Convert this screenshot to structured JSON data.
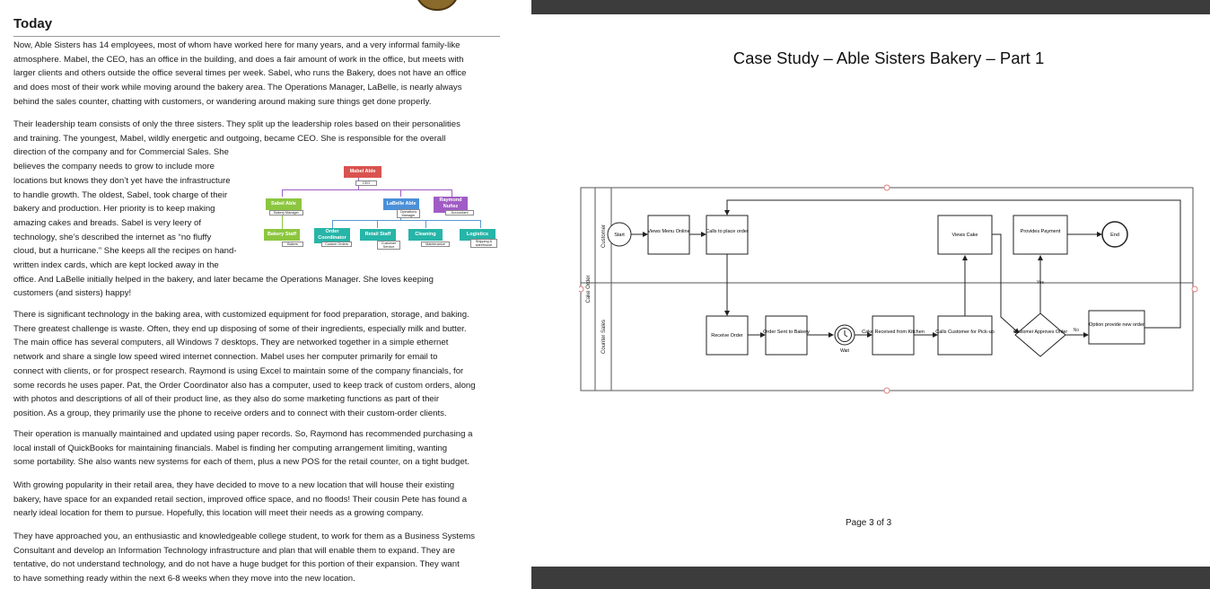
{
  "left_page": {
    "heading": "Today",
    "paragraphs": [
      [
        "Now, Able Sisters has 14 employees, most of whom have worked here for many years, and a very informal family-like",
        "atmosphere.  Mabel, the CEO, has an office in the building, and does a fair amount of work in the office, but meets with",
        "larger clients and others outside the office several times per week.  Sabel, who runs the Bakery, does not have an office",
        "and does most of their work while moving around the bakery area. The Operations Manager, LaBelle, is nearly always",
        "behind the sales counter, chatting with customers, or wandering around making sure things get done properly."
      ],
      [
        "Their leadership team consists of only the three sisters. They split up the leadership roles based on their personalities",
        "and training. The youngest, Mabel, wildly energetic and outgoing, became CEO. She is responsible for the overall",
        "direction of the company and for Commercial Sales. She",
        "believes the company needs to grow to include more",
        "locations but knows they don’t yet have the infrastructure",
        "to handle growth. The oldest, Sabel, took charge of their",
        "bakery and production. Her priority is to keep making",
        "amazing cakes and breads. Sabel is very leery of",
        "technology, she’s described the internet as “no fluffy",
        "cloud, but a hurricane.”  She keeps all the recipes on hand-",
        "written index cards, which are kept locked away in the",
        "office. And LaBelle initially helped in the bakery, and later became the Operations Manager. She loves keeping",
        "customers (and sisters) happy!"
      ],
      [
        "There is significant technology in the baking area, with customized equipment for food preparation, storage, and baking.",
        "There greatest challenge is waste.  Often, they end up disposing of some of their ingredients, especially milk and butter.",
        "The main office has several computers, all Windows 7 desktops. They are networked together in a simple ethernet",
        "network and share a single low speed wired internet connection. Mabel uses her computer primarily for email to",
        "connect with clients, or for prospect research. Raymond is using Excel to maintain some of the company financials, for",
        "some records he uses paper. Pat, the Order Coordinator also has a computer, used to keep track of custom orders, along",
        "with photos and descriptions of all of their product line, as they also do some marketing functions as part of their",
        "position. As a group, they primarily use the phone to receive orders and to connect with their custom-order clients."
      ],
      [
        "Their operation is manually maintained and updated using paper records. So, Raymond has recommended purchasing a",
        "local install of QuickBooks for maintaining financials. Mabel is finding her computing arrangement limiting, wanting",
        "some portability. She also wants new systems for each of them, plus a new POS for the retail counter, on a tight budget."
      ],
      [
        "With growing popularity in their retail area, they have decided to move to a new location that will house their existing",
        "bakery, have space for an expanded retail section, improved office space, and no floods!  Their cousin Pete has found a",
        "nearly ideal location for them to pursue. Hopefully, this location will meet their needs as a growing company."
      ],
      [
        "They have approached you, an enthusiastic and knowledgeable college student, to work for them as a Business Systems",
        "Consultant and develop an Information Technology infrastructure and plan that will enable them to expand.  They are",
        "tentative, do not understand technology, and do not have a huge budget for this portion of their expansion. They want",
        "to have something ready within the next 6-8 weeks when they move into the new location."
      ]
    ],
    "org_chart": {
      "ceo": {
        "name": "Mabel Able",
        "role": "CEO",
        "color": "#d9534f"
      },
      "bakery_manager": {
        "name": "Sabel Able",
        "role": "Bakery Manager",
        "color": "#8cc63f"
      },
      "ops_manager": {
        "name": "LaBelle Able",
        "role": "Operations Manager",
        "color": "#4a90d9"
      },
      "accountant": {
        "name": "Raymond Nuñez",
        "role": "Accountant",
        "color": "#a05cc4"
      },
      "bakery_staff": {
        "name": "Bakery Staff",
        "role": "Bakers",
        "color": "#8cc63f"
      },
      "order_coordinator": {
        "name": "Order Coordinator",
        "role": "Custom Orders",
        "color": "#26b5a8"
      },
      "retail_staff": {
        "name": "Retail Staff",
        "role": "Customer Service",
        "color": "#26b5a8"
      },
      "cleaning": {
        "name": "Cleaning",
        "role": "Maintenance",
        "color": "#26b5a8"
      },
      "logistics": {
        "name": "Logistics",
        "role": "Shipping & warehouse",
        "color": "#26b5a8"
      }
    }
  },
  "right_page": {
    "title": "Case Study – Able Sisters Bakery – Part 1",
    "page_number": "Page 3 of 3",
    "flowchart": {
      "pool_label": "Cake Order",
      "lanes": [
        "Customer",
        "Counter Sales"
      ],
      "start": "Start",
      "end": "End",
      "views_menu": "Views Menu Online",
      "calls_to_place": "Calls to place order",
      "views_cake": "Views Cake",
      "provides_payment": "Provides Payment",
      "receive_order": "Receive Order",
      "order_sent": "Order Sent to Bakery",
      "wait_label": "Wait",
      "cake_received": "Cake Received from Kitchen",
      "calls_customer": "Calls Customer for Pick-up",
      "decision": "Customer Approves Order",
      "yes_label": "Yes",
      "no_label": "No",
      "option_new": "Option provide new order"
    }
  }
}
